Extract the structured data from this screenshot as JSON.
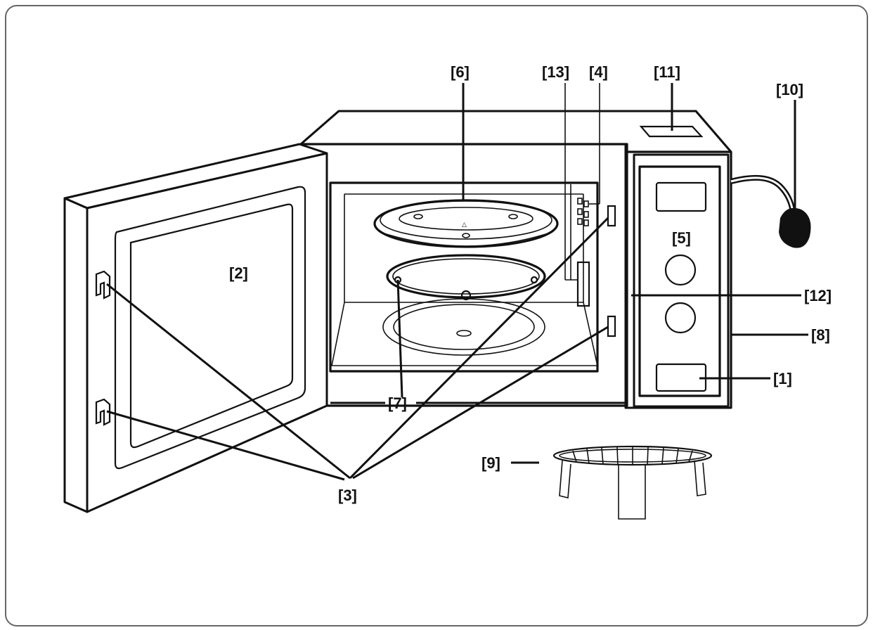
{
  "diagram": {
    "labels": {
      "l1": "[1]",
      "l2": "[2]",
      "l3": "[3]",
      "l4": "[4]",
      "l5": "[5]",
      "l6": "[6]",
      "l7": "[7]",
      "l8": "[8]",
      "l9": "[9]",
      "l10": "[10]",
      "l11": "[11]",
      "l12": "[12]",
      "l13": "[13]"
    },
    "colors": {
      "line": "#111111",
      "background": "#ffffff",
      "frame": "#666666"
    }
  }
}
